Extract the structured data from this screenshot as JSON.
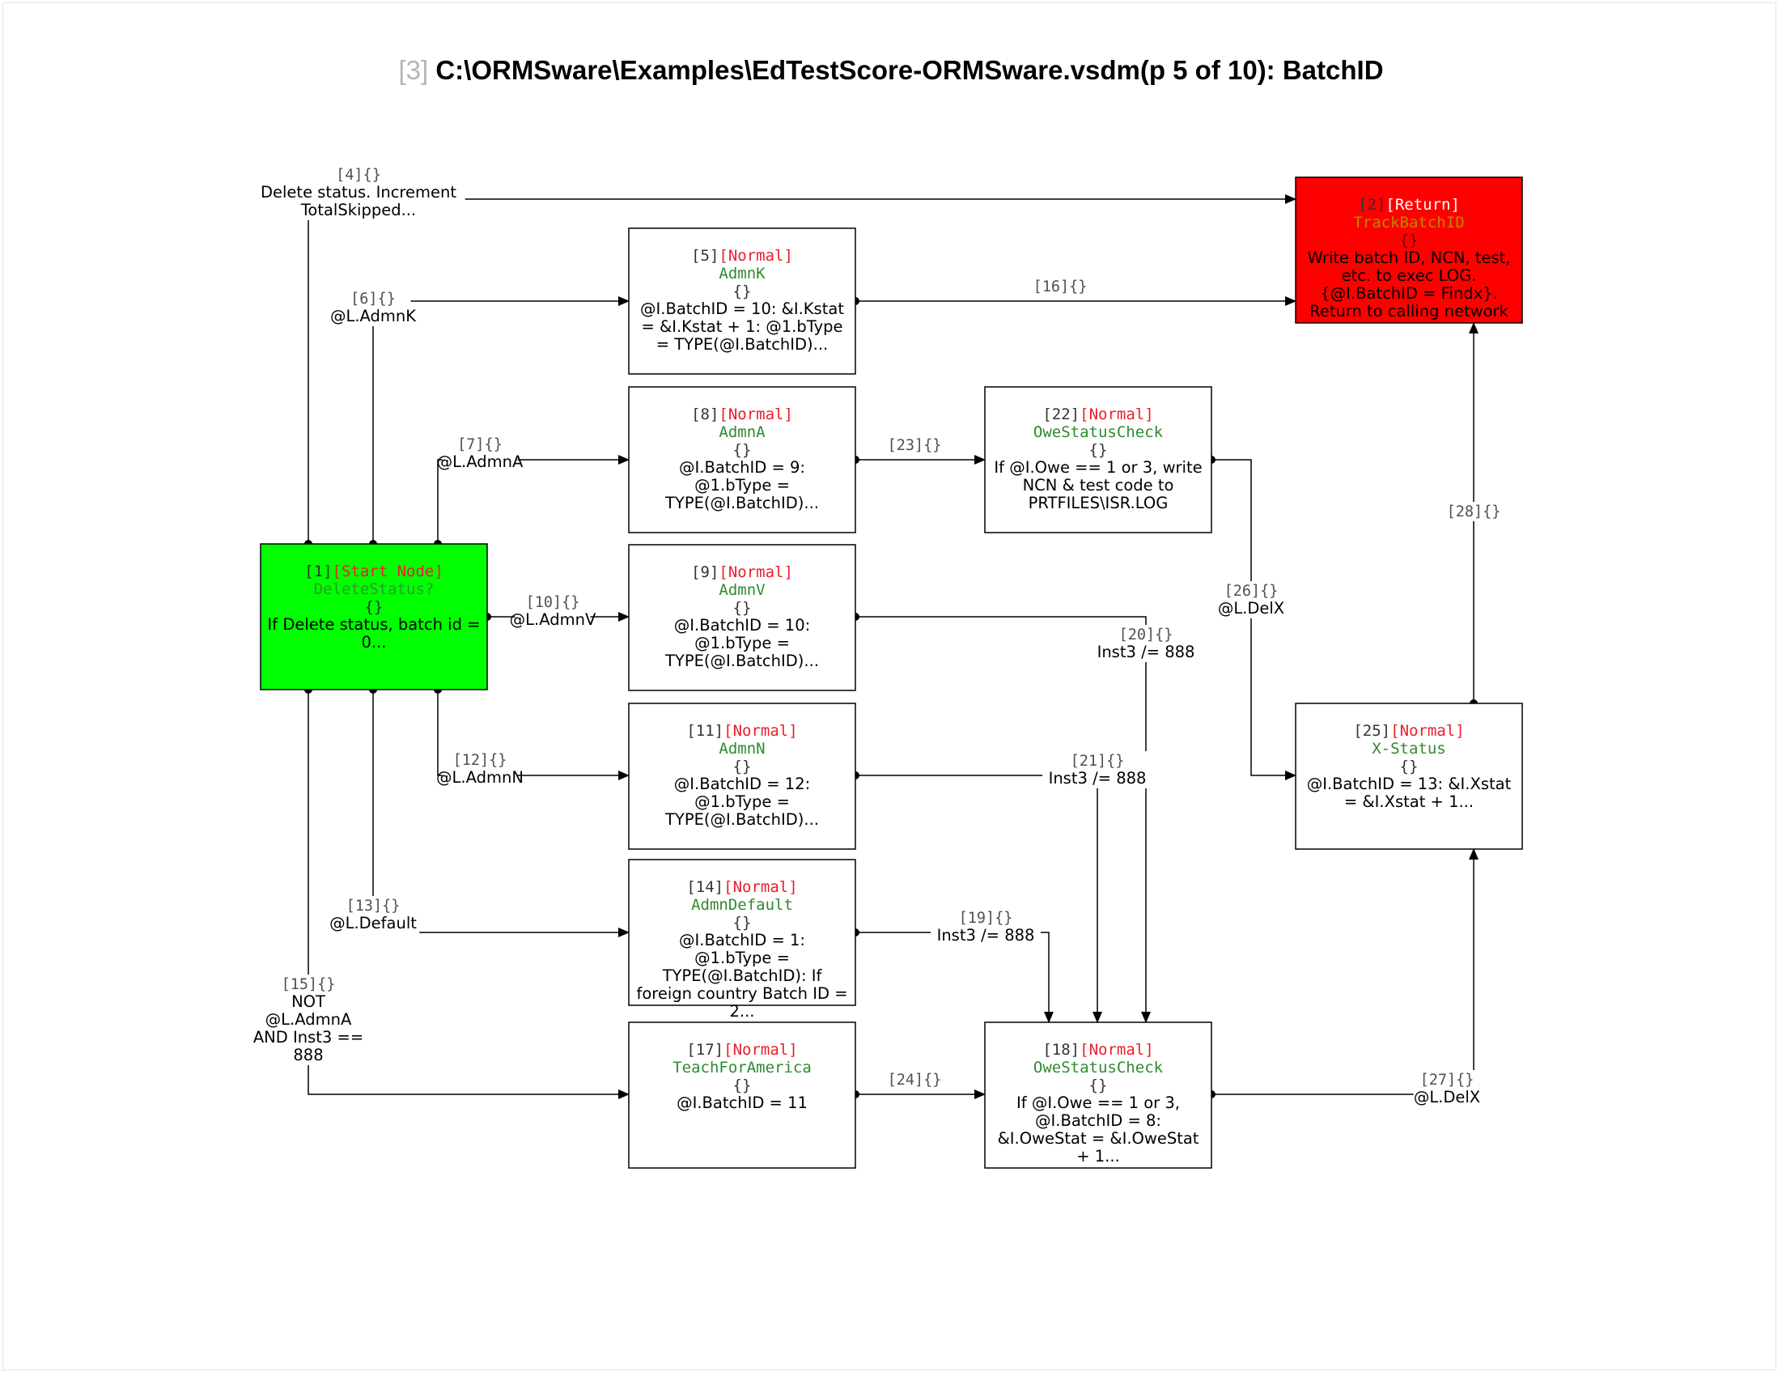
{
  "title": {
    "page_number": "[3]",
    "text": "C:\\ORMSware\\Examples\\EdTestScore-ORMSware.vsdm(p 5 of 10): BatchID"
  },
  "colors": {
    "type_label": "#e8202a",
    "node_name": "#2f8a2f",
    "start_fill": "#00ff00",
    "return_fill": "#ff0000",
    "return_name": "#b58a00",
    "edge_id": "#505050",
    "line": "#000000"
  },
  "nodes": [
    {
      "key": "n1",
      "id": "[1]",
      "type": "[Start Node]",
      "name": "DeleteStatus?",
      "braces": "{}",
      "body": [
        "If Delete status, batch id =",
        "0..."
      ]
    },
    {
      "key": "n2",
      "id": "[2]",
      "type": "[Return]",
      "name": "TrackBatchID",
      "braces": "{}",
      "body": [
        "Write batch ID, NCN, test,",
        "etc. to exec LOG.",
        "{@I.BatchID = Findx}.",
        "Return to calling network"
      ]
    },
    {
      "key": "n5",
      "id": "[5]",
      "type": "[Normal]",
      "name": "AdmnK",
      "braces": "{}",
      "body": [
        "@I.BatchID = 10: &I.Kstat",
        "= &I.Kstat + 1: @1.bType",
        "= TYPE(@I.BatchID)..."
      ]
    },
    {
      "key": "n8",
      "id": "[8]",
      "type": "[Normal]",
      "name": "AdmnA",
      "braces": "{}",
      "body": [
        "@I.BatchID = 9:",
        "@1.bType =",
        "TYPE(@I.BatchID)..."
      ]
    },
    {
      "key": "n22",
      "id": "[22]",
      "type": "[Normal]",
      "name": "OweStatusCheck",
      "braces": "{}",
      "body": [
        "If @I.Owe == 1 or 3, write",
        "NCN & test code to",
        "PRTFILES\\ISR.LOG"
      ]
    },
    {
      "key": "n9",
      "id": "[9]",
      "type": "[Normal]",
      "name": "AdmnV",
      "braces": "{}",
      "body": [
        "@I.BatchID = 10:",
        "@1.bType =",
        "TYPE(@I.BatchID)..."
      ]
    },
    {
      "key": "n11",
      "id": "[11]",
      "type": "[Normal]",
      "name": "AdmnN",
      "braces": "{}",
      "body": [
        "@I.BatchID = 12:",
        "@1.bType =",
        "TYPE(@I.BatchID)..."
      ]
    },
    {
      "key": "n25",
      "id": "[25]",
      "type": "[Normal]",
      "name": "X-Status",
      "braces": "{}",
      "body": [
        "@I.BatchID = 13: &I.Xstat",
        "= &I.Xstat + 1..."
      ]
    },
    {
      "key": "n14",
      "id": "[14]",
      "type": "[Normal]",
      "name": "AdmnDefault",
      "braces": "{}",
      "body": [
        "@I.BatchID = 1:",
        "@1.bType =",
        "TYPE(@I.BatchID): If",
        "foreign country Batch ID =",
        "2..."
      ]
    },
    {
      "key": "n17",
      "id": "[17]",
      "type": "[Normal]",
      "name": "TeachForAmerica",
      "braces": "{}",
      "body": [
        "@I.BatchID = 11"
      ]
    },
    {
      "key": "n18",
      "id": "[18]",
      "type": "[Normal]",
      "name": "OweStatusCheck",
      "braces": "{}",
      "body": [
        "If @I.Owe == 1 or 3,",
        "@I.BatchID = 8:",
        "&I.OweStat = &I.OweStat",
        "+ 1..."
      ]
    }
  ],
  "edges": [
    {
      "key": "e4",
      "id": "[4]{}",
      "label": [
        "Delete status. Increment",
        "TotalSkipped..."
      ]
    },
    {
      "key": "e6",
      "id": "[6]{}",
      "label": [
        "@L.AdmnK"
      ]
    },
    {
      "key": "e16",
      "id": "[16]{}",
      "label": []
    },
    {
      "key": "e7",
      "id": "[7]{}",
      "label": [
        "@L.AdmnA"
      ]
    },
    {
      "key": "e23",
      "id": "[23]{}",
      "label": []
    },
    {
      "key": "e28",
      "id": "[28]{}",
      "label": []
    },
    {
      "key": "e10",
      "id": "[10]{}",
      "label": [
        "@L.AdmnV"
      ]
    },
    {
      "key": "e26",
      "id": "[26]{}",
      "label": [
        "@L.DelX"
      ]
    },
    {
      "key": "e20",
      "id": "[20]{}",
      "label": [
        "Inst3 /= 888"
      ]
    },
    {
      "key": "e12",
      "id": "[12]{}",
      "label": [
        "@L.AdmnN"
      ]
    },
    {
      "key": "e21",
      "id": "[21]{}",
      "label": [
        "Inst3 /= 888"
      ]
    },
    {
      "key": "e13",
      "id": "[13]{}",
      "label": [
        "@L.Default"
      ]
    },
    {
      "key": "e19",
      "id": "[19]{}",
      "label": [
        "Inst3 /= 888"
      ]
    },
    {
      "key": "e15",
      "id": "[15]{}",
      "label": [
        "NOT",
        "@L.AdmnA",
        "AND Inst3 ==",
        "888"
      ]
    },
    {
      "key": "e24",
      "id": "[24]{}",
      "label": []
    },
    {
      "key": "e27",
      "id": "[27]{}",
      "label": [
        "@L.DelX"
      ]
    }
  ]
}
